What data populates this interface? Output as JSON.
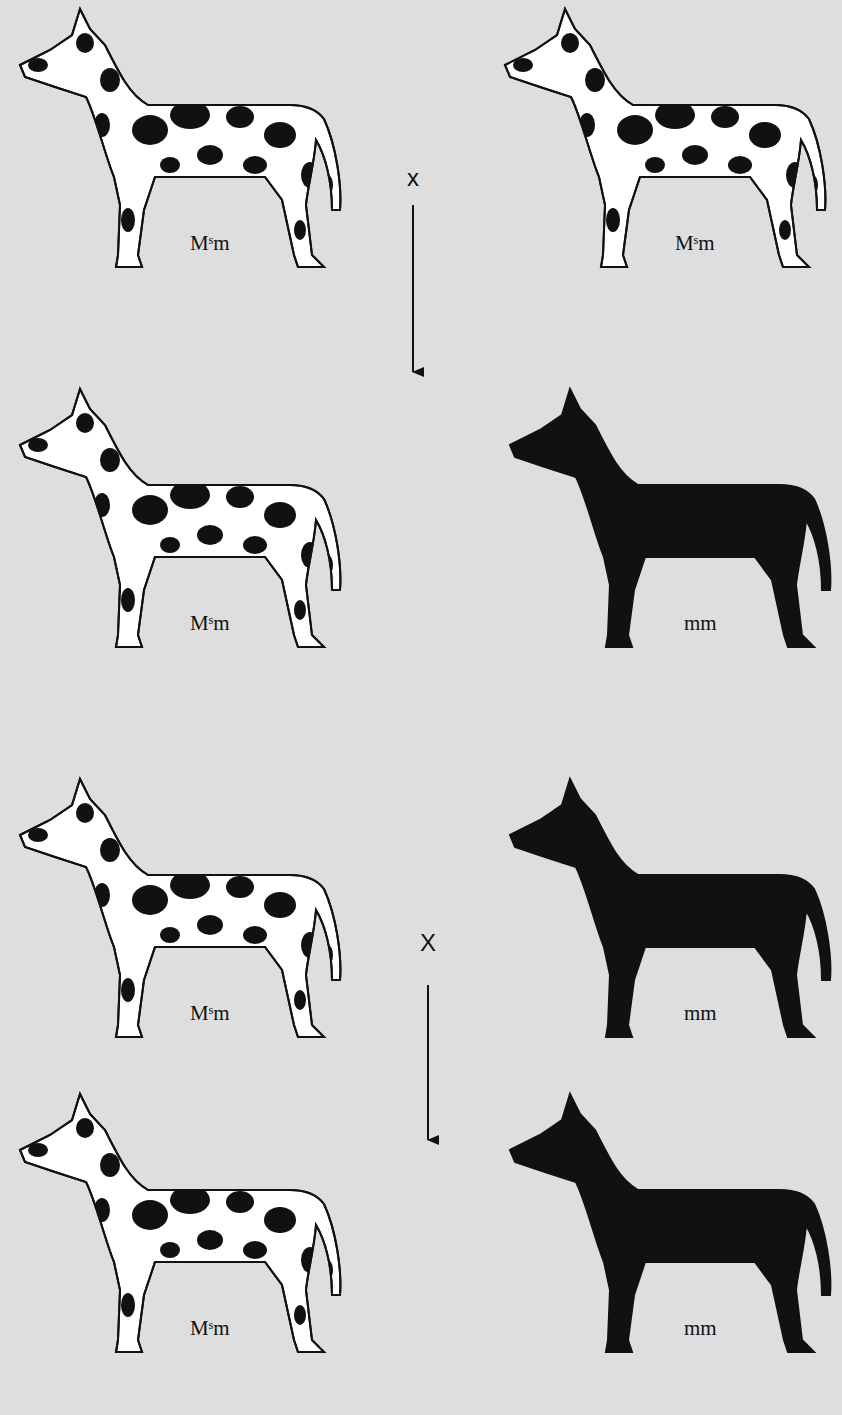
{
  "diagram": {
    "labels": [
      "Mˢm",
      "Mˢm",
      "x",
      "Mˢm",
      "mm",
      "Mˢm",
      "mm",
      "X",
      "Mˢm",
      "mm"
    ]
  }
}
